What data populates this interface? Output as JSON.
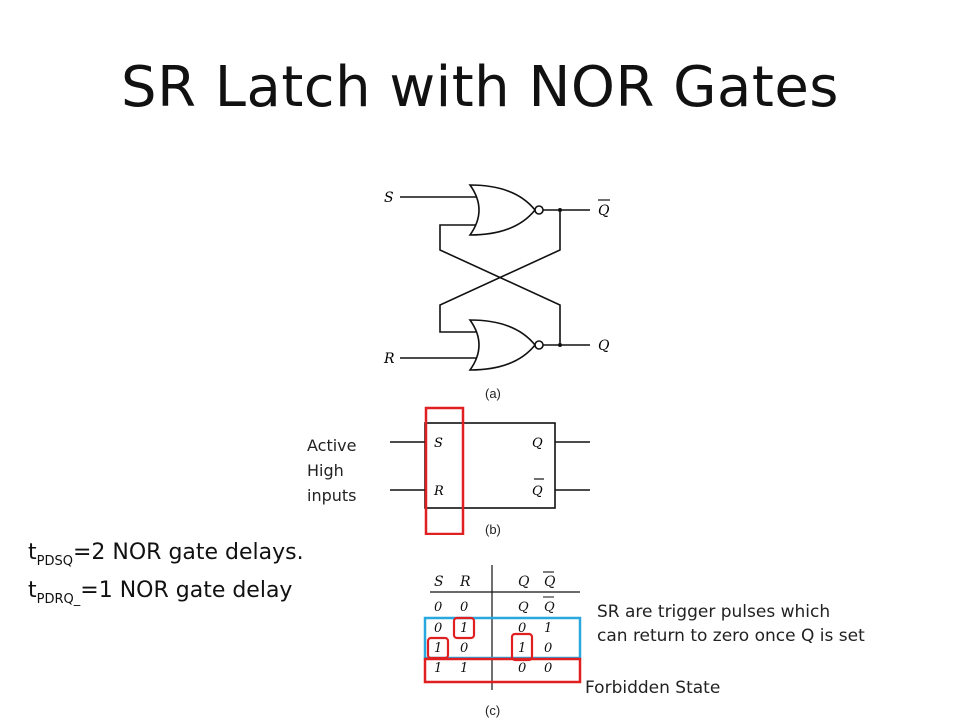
{
  "title": "SR Latch with NOR Gates",
  "figure_a": {
    "caption": "(a)",
    "input_s": "S",
    "input_r": "R",
    "output_top": "Q",
    "output_bottom": "Q"
  },
  "figure_b": {
    "caption": "(b)",
    "pin_s": "S",
    "pin_r": "R",
    "pin_q": "Q",
    "pin_qbar": "Q",
    "annotation": [
      "Active",
      "High",
      "inputs"
    ]
  },
  "figure_c": {
    "caption": "(c)",
    "headers": [
      "S",
      "R",
      "Q",
      "Q"
    ],
    "rows": [
      [
        "0",
        "0",
        "Q",
        "Q"
      ],
      [
        "0",
        "1",
        "0",
        "1"
      ],
      [
        "1",
        "0",
        "1",
        "0"
      ],
      [
        "1",
        "1",
        "0",
        "0"
      ]
    ]
  },
  "delays": {
    "line1_t": "t",
    "line1_sub": "PDSQ",
    "line1_rest": "=2 NOR gate delays.",
    "line2_t": "t",
    "line2_sub": "PDRQ_",
    "line2_rest": "=1 NOR gate delay"
  },
  "notes": {
    "trigger": [
      "SR are trigger pulses which",
      "can return to zero once Q is set"
    ],
    "forbidden": "Forbidden State"
  },
  "colors": {
    "highlight_red": "#e02020",
    "highlight_cyan": "#29a8e0"
  }
}
